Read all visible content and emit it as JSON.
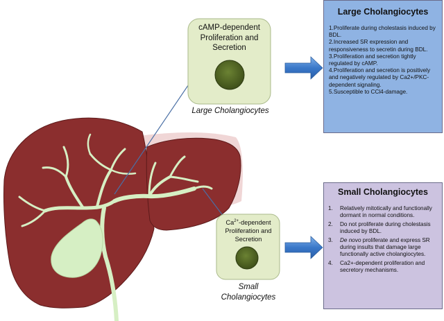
{
  "large_cell": {
    "text": "cAMP-dependent Proliferation and Secretion",
    "caption": "Large Cholangiocytes"
  },
  "small_cell": {
    "text_prefix": "Ca",
    "text_superscript": "2+",
    "text_rest": "-dependent Proliferation and Secretion",
    "caption": "Small Cholangiocytes"
  },
  "large_panel": {
    "title": "Large Cholangiocytes",
    "items": [
      "1.Proliferate during cholestasis induced by BDL.",
      "2.Increased SR expression and responsiveness to secretin during BDL.",
      "3.Proliferation and secretion tightly regulated by cAMP.",
      "4.Proliferation and secretion is positively and negatively regulated by Ca2+/PKC-dependent signaling.",
      "5.Susceptible to CCl4-damage."
    ]
  },
  "small_panel": {
    "title": "Small Cholangiocytes",
    "items": [
      {
        "num": "1.",
        "text": "Relatively mitotically and functionally dormant in normal conditions."
      },
      {
        "num": "2.",
        "text": "Do not proliferate during cholestasis induced by BDL."
      },
      {
        "num": "3.",
        "text_italic": "De novo",
        "text": " proliferate and express SR during insults that damage large functionally active cholangiocytes."
      },
      {
        "num": "4.",
        "text": "Ca2+-dependent proliferation and secretory mechanisms."
      }
    ]
  },
  "colors": {
    "liver": "#8b2e2e",
    "bile_duct": "#d6efc4",
    "cell_fill": "#e3ecc9",
    "nucleus": "#556b26",
    "arrow": "#3a78c9",
    "large_panel_bg": "#8fb3e3",
    "small_panel_bg": "#ccc3e0"
  }
}
